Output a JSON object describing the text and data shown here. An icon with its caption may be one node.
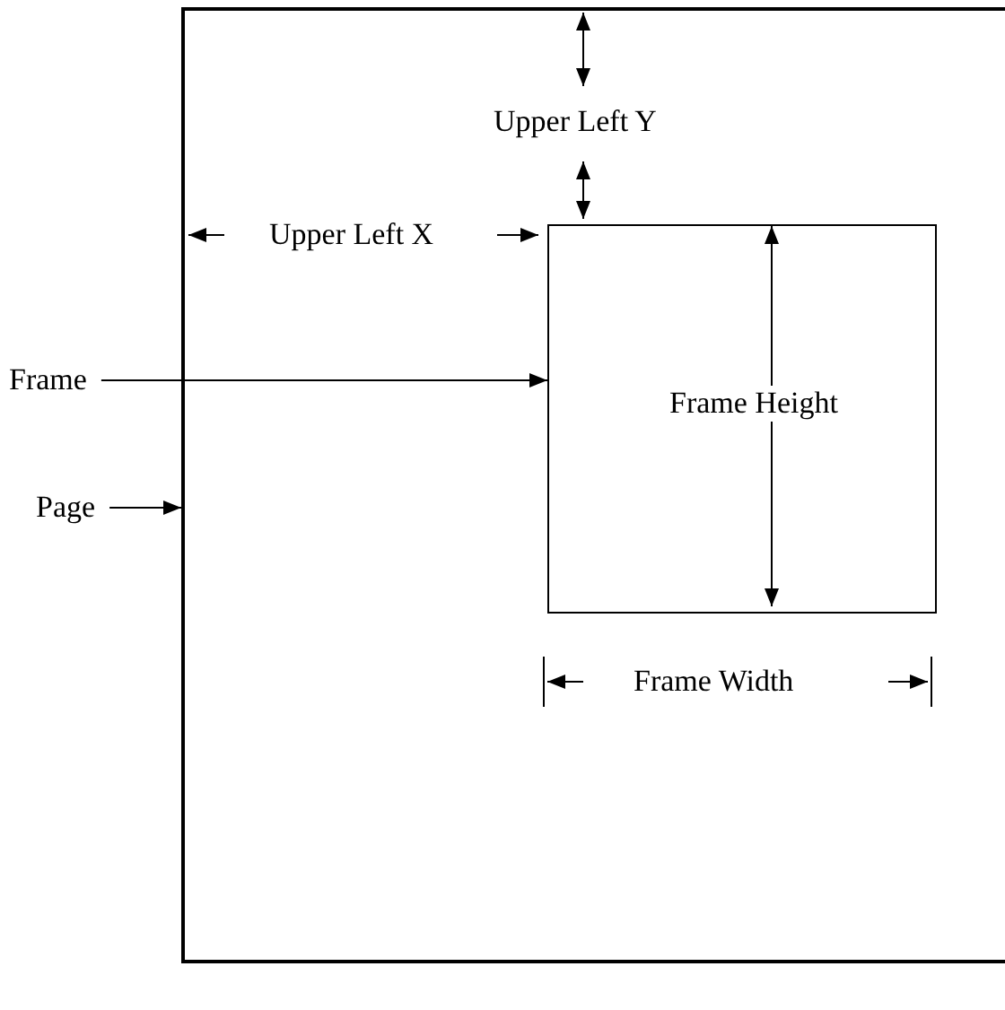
{
  "diagram": {
    "nodes": [
      {
        "text": [],
        "shape": "box"
      },
      {
        "text": [],
        "shape": "box",
        "in": 0
      },
      {
        "text": [
          "Frame"
        ]
      },
      {
        "text": [
          "Page"
        ]
      }
    ],
    "edges": [
      {
        "from": 2,
        "to": 1,
        "arrow": "to"
      },
      {
        "from": 3,
        "to": 0,
        "arrow": "to"
      }
    ],
    "labels": [
      "Upper Left Y",
      "Upper Left X",
      "Frame Height",
      "Frame Width"
    ]
  }
}
